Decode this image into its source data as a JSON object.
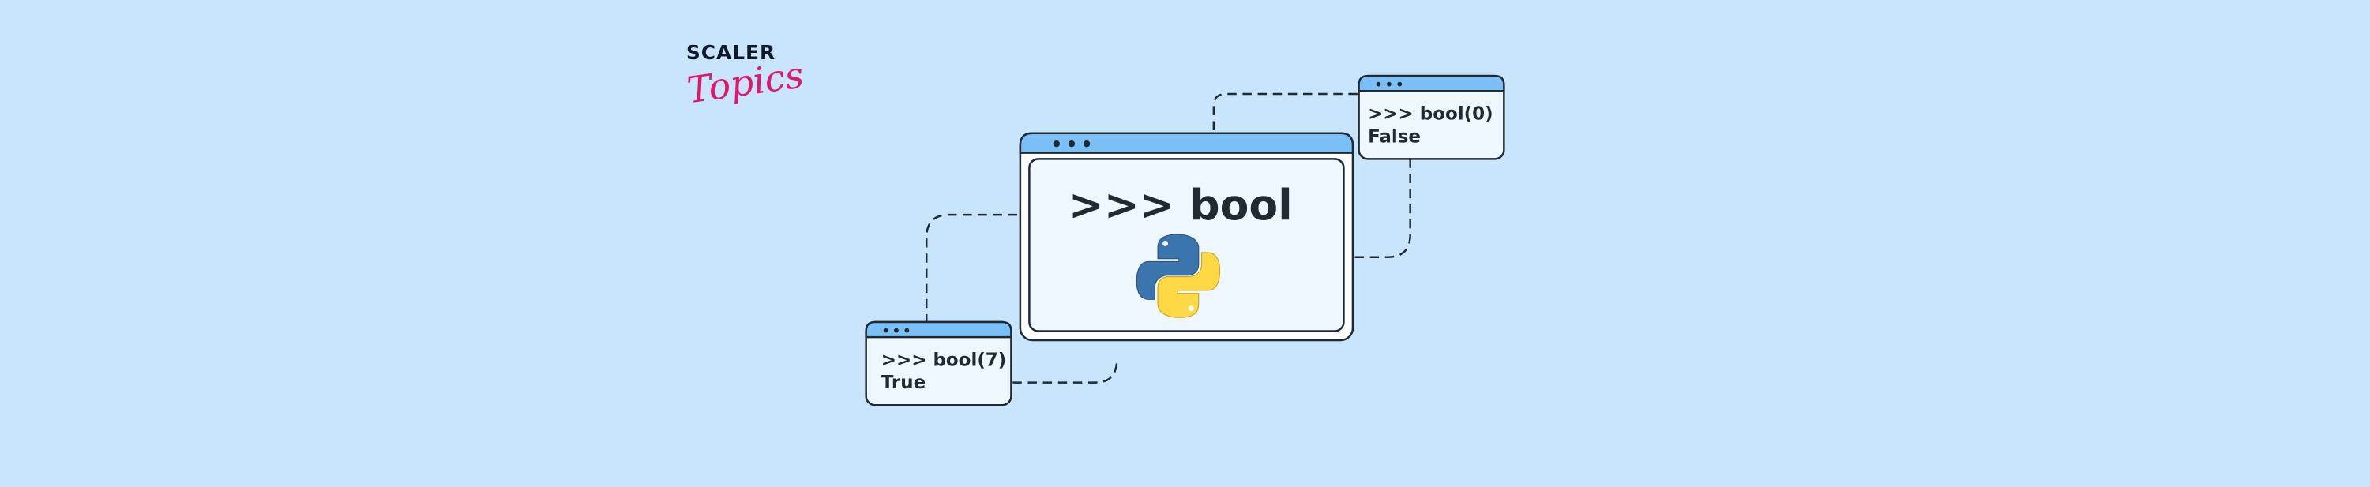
{
  "logo": {
    "line1": "SCALER",
    "line2": "Topics"
  },
  "main_window": {
    "title": ">>> bool",
    "icon": "python-logo-icon"
  },
  "example_false": {
    "line1": ">>> bool(0)",
    "line2": "False"
  },
  "example_true": {
    "line1": ">>> bool(7)",
    "line2": "True"
  },
  "colors": {
    "background": "#c9e5fc",
    "titlebar": "#7bbff7",
    "panel": "#eef6fe",
    "python_blue": "#3b75ad",
    "python_yellow": "#ffd845",
    "brand_pink": "#e0186c"
  }
}
